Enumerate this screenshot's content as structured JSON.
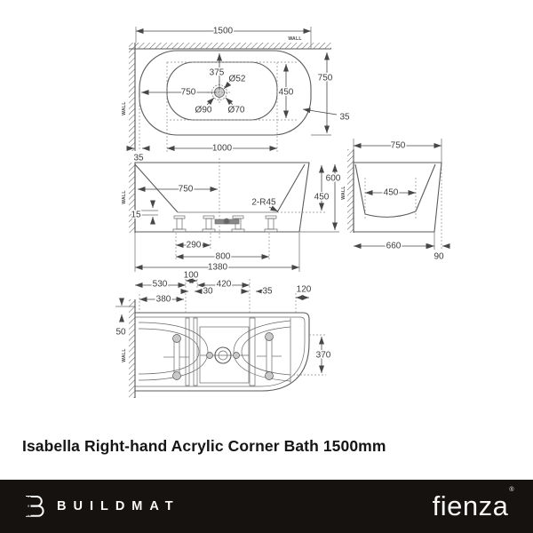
{
  "title": "Isabella Right-hand Acrylic Corner Bath 1500mm",
  "views": {
    "top": {
      "w1500": "1500",
      "wall_top": "WALL",
      "wall_left": "WALL",
      "d375": "375",
      "o52": "Ø52",
      "c750": "750",
      "d450": "450",
      "o90": "Ø90",
      "o70": "Ø70",
      "r750": "750",
      "g35": "35",
      "d1000": "1000",
      "l35": "35"
    },
    "front": {
      "wall_left": "WALL",
      "c750": "750",
      "r45": "2-R45",
      "d15": "15",
      "d450": "450",
      "d600": "600",
      "d290": "290",
      "d800": "800",
      "d1380": "1380"
    },
    "side": {
      "w750": "750",
      "wall_left": "WALL",
      "d450": "450",
      "d660": "660",
      "d90": "90"
    },
    "bottom": {
      "wall_left": "WALL",
      "d100": "100",
      "d530": "530",
      "d420": "420",
      "d30": "30",
      "d35": "35",
      "d120": "120",
      "d380": "380",
      "d50": "50",
      "d370": "370"
    }
  },
  "footer": {
    "brand": "BUILDMAT",
    "partner": "fienza",
    "mark": "®"
  }
}
